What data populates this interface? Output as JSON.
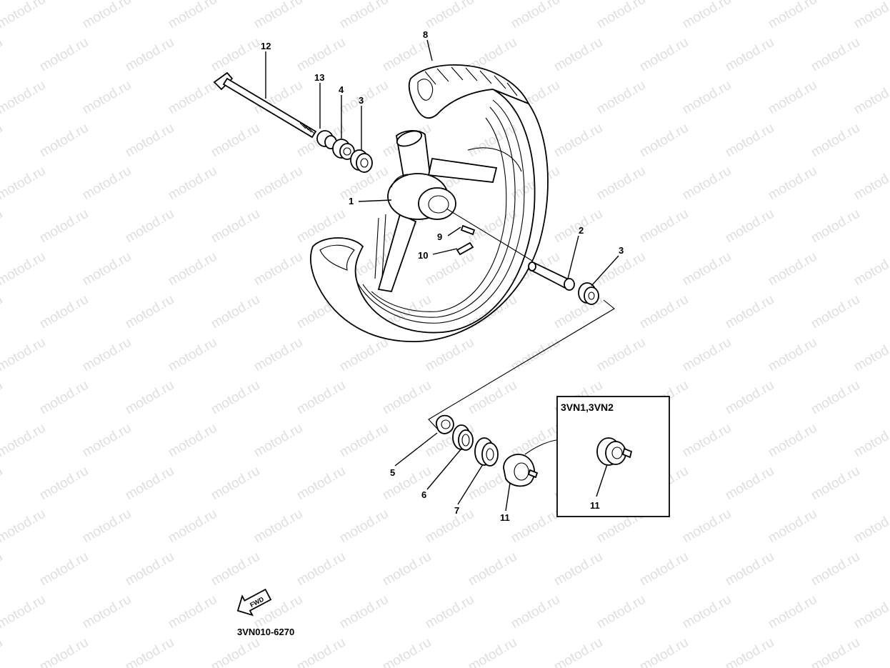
{
  "watermark": "motod.ru",
  "diagram_code": "3VN010-6270",
  "fwd_label": "FWD",
  "inset": {
    "title": "3VN1,3VN2",
    "label": "11"
  },
  "callouts": {
    "c1": "1",
    "c2": "2",
    "c3a": "3",
    "c3b": "3",
    "c4": "4",
    "c5": "5",
    "c6": "6",
    "c7": "7",
    "c8": "8",
    "c9": "9",
    "c10": "10",
    "c11": "11",
    "c12": "12",
    "c13": "13"
  },
  "colors": {
    "line": "#000000",
    "background": "#ffffff",
    "watermark": "#c4c4c4"
  }
}
